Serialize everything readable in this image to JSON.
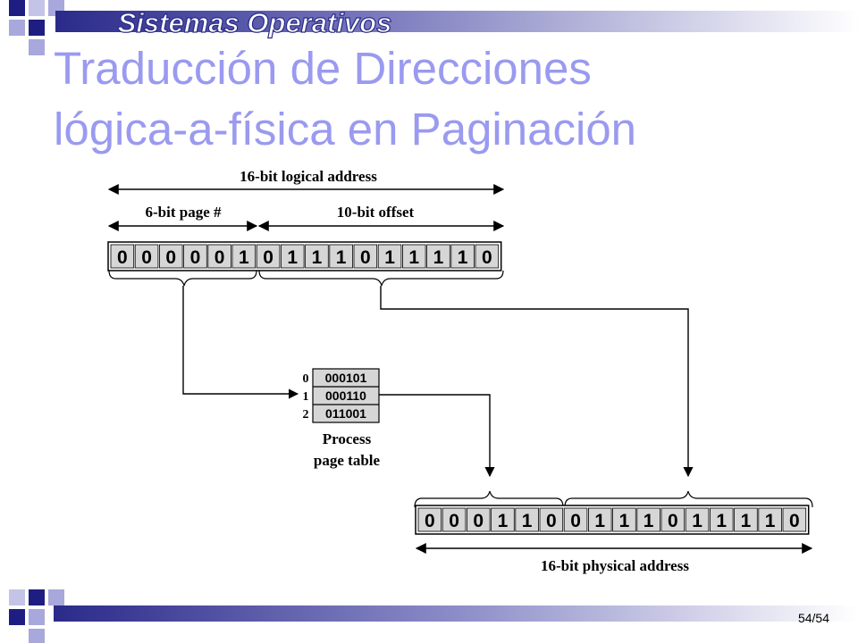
{
  "header": {
    "brand": "Sistemas Operativos"
  },
  "title": {
    "line1": "Traducción de Direcciones",
    "line2": "lógica-a-física en Paginación"
  },
  "diagram": {
    "logical_label": "16-bit logical address",
    "page_label": "6-bit page #",
    "offset_label": "10-bit offset",
    "logical_bits": [
      "0",
      "0",
      "0",
      "0",
      "0",
      "1",
      "0",
      "1",
      "1",
      "1",
      "0",
      "1",
      "1",
      "1",
      "1",
      "0"
    ],
    "page_table": {
      "indices": [
        "0",
        "1",
        "2"
      ],
      "entries": [
        "000101",
        "000110",
        "011001"
      ],
      "caption_line1": "Process",
      "caption_line2": "page table"
    },
    "physical_bits": [
      "0",
      "0",
      "0",
      "1",
      "1",
      "0",
      "0",
      "1",
      "1",
      "1",
      "0",
      "1",
      "1",
      "1",
      "1",
      "0"
    ],
    "physical_label": "16-bit physical address"
  },
  "footer": {
    "page_number": "54/54"
  },
  "colors": {
    "title": "#9a9af0",
    "header_bar_dark": "#2a2a8a",
    "square_dark": "#1e1e82",
    "square_light": "#a8a8dc",
    "bit_cell": "#d6d6d6"
  }
}
